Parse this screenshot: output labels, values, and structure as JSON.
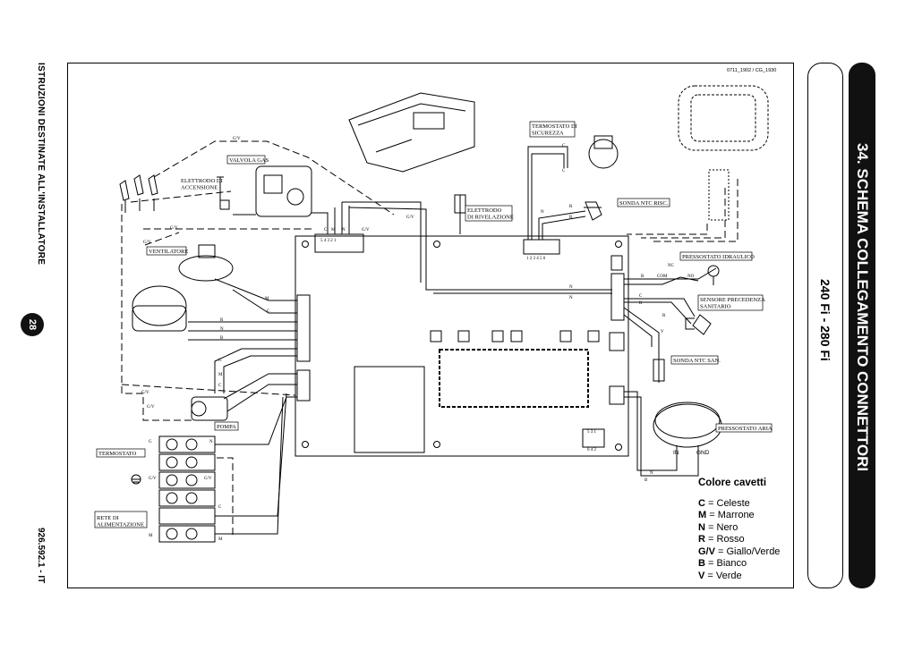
{
  "sidebar": {
    "title": "ISTRUZIONI DESTINATE ALL'INSTALLATORE",
    "page_number": "28",
    "doc_code": "926.592.1 - IT"
  },
  "header": {
    "section_title": "34. SCHEMA COLLEGAMENTO CONNETTORI",
    "models": "240 Fi - 280 Fi"
  },
  "diagram": {
    "ref_code": "0711_1902 / CG_1930",
    "components": {
      "valvola_gas": "VALVOLA GAS",
      "elettrodo_accensione": "ELETTRODO DI ACCENSIONE",
      "ventilatore": "VENTILATORE",
      "pompa": "POMPA",
      "termostato": "TERMOSTATO",
      "rete": "RETE DI ALIMENTAZIONE",
      "termostato_sicurezza": "TERMOSTATO DI SICUREZZA",
      "elettrodo_rivelazione": "ELETTRODO DI RIVELAZIONE",
      "sonda_ntc_risc": "SONDA NTC RISC.",
      "pressostato_idraulico": "PRESSOSTATO IDRAULICO",
      "sensore_precedenza": "SENSORE PRECEDENZA SANITARIO",
      "sonda_ntc_san": "SONDA NTC SAN.",
      "pressostato_aria": "PRESSOSTATO ARIA"
    },
    "wire_labels": {
      "gv": "G/V",
      "c": "C",
      "m": "M",
      "n": "N",
      "r": "R",
      "b": "B",
      "g": "G",
      "v": "V",
      "nc": "NC",
      "no": "NO",
      "com": "COM",
      "in": "IN",
      "gnd": "GND"
    },
    "connector_nums": {
      "gas_valve": "5 4 3 2 1",
      "thermostat": "1 2 3 4 5 6",
      "small": "5 3 1",
      "small2": "6 4 2"
    }
  },
  "legend": {
    "title": "Colore cavetti",
    "items": [
      {
        "code": "C",
        "name": "Celeste"
      },
      {
        "code": "M",
        "name": "Marrone"
      },
      {
        "code": "N",
        "name": "Nero"
      },
      {
        "code": "R",
        "name": "Rosso"
      },
      {
        "code": "G/V",
        "name": "Giallo/Verde"
      },
      {
        "code": "B",
        "name": "Bianco"
      },
      {
        "code": "V",
        "name": "Verde"
      }
    ]
  }
}
